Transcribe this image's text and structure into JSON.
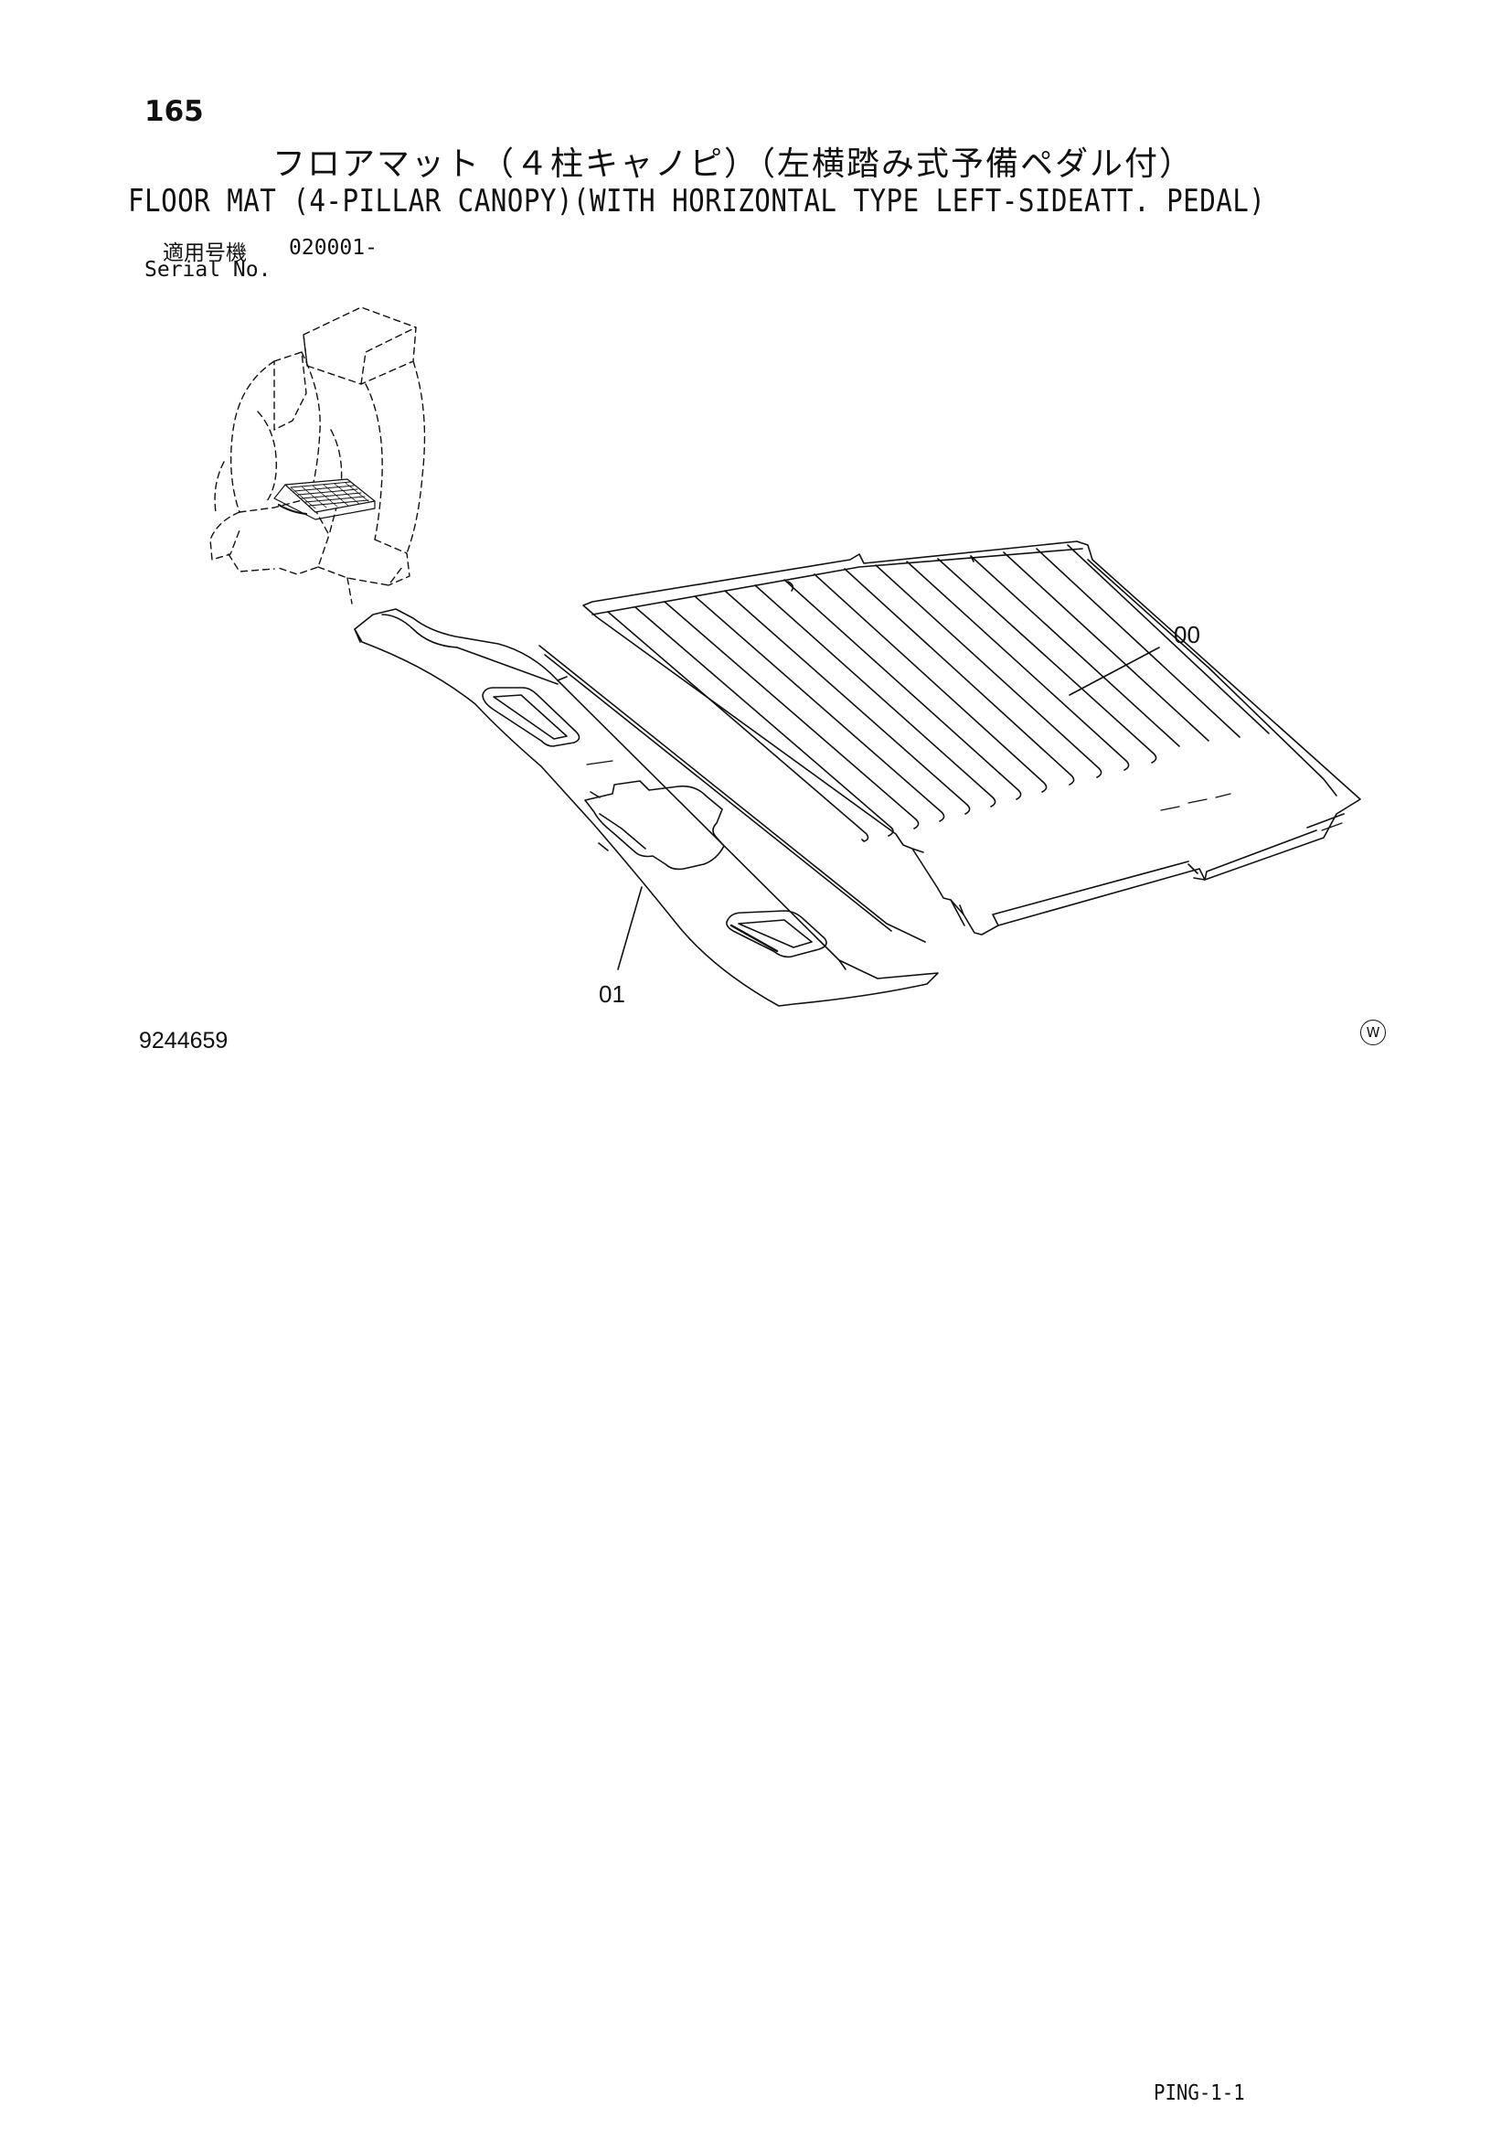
{
  "header": {
    "page_number": "165",
    "title_ja": "フロアマット（４柱キャノピ）（左横踏み式予備ペダル付）",
    "title_en": "FLOOR MAT (4-PILLAR CANOPY)(WITH HORIZONTAL TYPE LEFT-SIDEATT. PEDAL)",
    "serial_label_ja": "適用号機",
    "serial_value": "020001-",
    "serial_label_en": "Serial No."
  },
  "diagram": {
    "callouts": [
      {
        "id": "00"
      },
      {
        "id": "01"
      }
    ]
  },
  "footer": {
    "drawing_number": "9244659",
    "watermark_icon": "w-circle-icon",
    "watermark_letter": "W",
    "page_code": "PING-1-1"
  },
  "colors": {
    "ink": "#111111",
    "paper": "#ffffff"
  }
}
